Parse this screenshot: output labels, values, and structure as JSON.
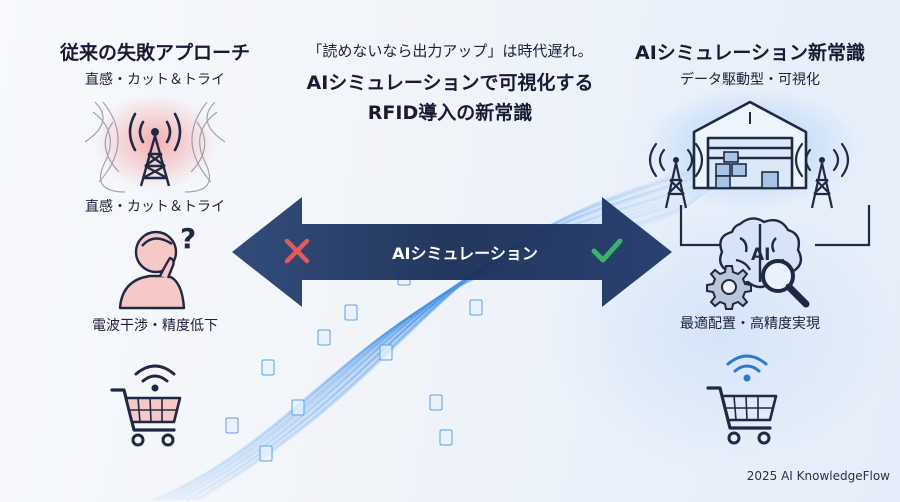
{
  "left": {
    "title": "従来の失敗アプローチ",
    "subtitle": "直感・カット＆トライ",
    "subtitle2": "直感・カット＆トライ",
    "label": "電波干渉・精度低下"
  },
  "center": {
    "line1": "「読めないなら出力アップ」は時代遅れ。",
    "line2": "AIシミュレーションで可視化する",
    "line3": "RFID導入の新常識",
    "arrow_label": "AIシミュレーション"
  },
  "right": {
    "title": "AIシミュレーション新常識",
    "subtitle": "データ駆動型・可視化",
    "label": "最適配置・高精度実現",
    "ai_badge": "AI"
  },
  "footer": {
    "credit": "2025 AI KnowledgeFlow"
  },
  "icons": {
    "left": [
      "radio-tower-interference-icon",
      "confused-person-icon",
      "wifi-icon",
      "shopping-cart-icon"
    ],
    "right": [
      "warehouse-icon",
      "radio-tower-icon",
      "ai-brain-icon",
      "magnifier-icon",
      "gear-icon",
      "wifi-icon",
      "shopping-cart-icon"
    ],
    "status": [
      "cross-icon",
      "check-icon"
    ]
  },
  "colors": {
    "arrow": "#1f3561",
    "cross": "#e35a5a",
    "check": "#39b36a",
    "interference": "#ef8f8f",
    "glow_blue": "#9cc6f5",
    "stream": "#4b9bea"
  }
}
